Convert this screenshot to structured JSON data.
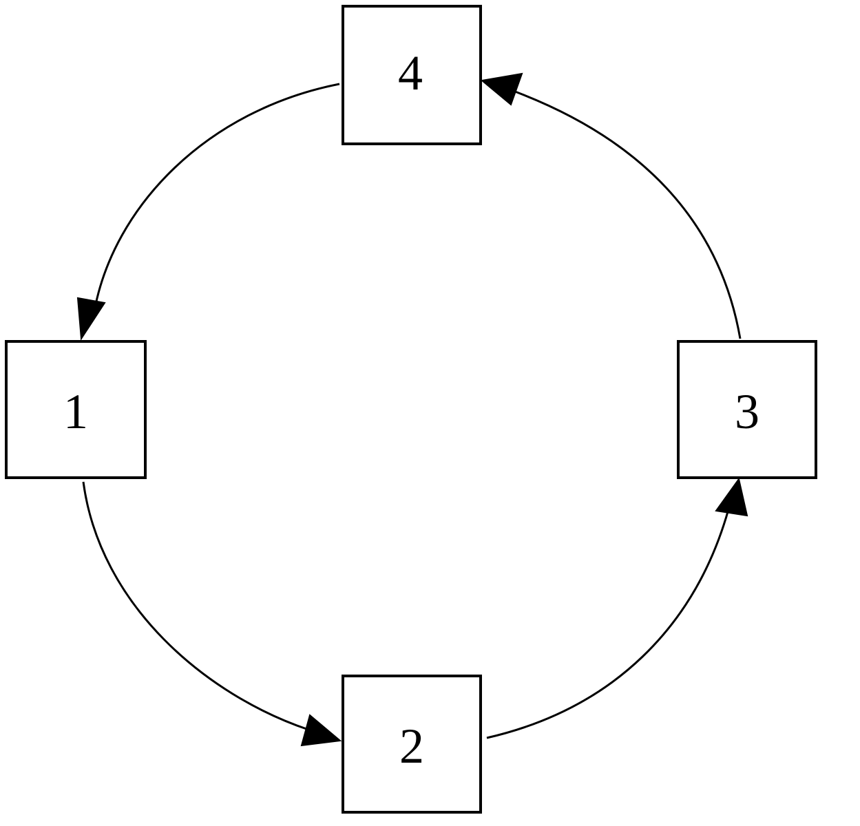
{
  "diagram": {
    "type": "directed-cycle",
    "nodes": [
      {
        "id": "n1",
        "label": "1"
      },
      {
        "id": "n2",
        "label": "2"
      },
      {
        "id": "n3",
        "label": "3"
      },
      {
        "id": "n4",
        "label": "4"
      }
    ],
    "edges": [
      {
        "from": "n1",
        "to": "n2"
      },
      {
        "from": "n2",
        "to": "n3"
      },
      {
        "from": "n3",
        "to": "n4"
      },
      {
        "from": "n4",
        "to": "n1"
      }
    ],
    "colors": {
      "stroke": "#000000",
      "fill": "#ffffff"
    }
  }
}
